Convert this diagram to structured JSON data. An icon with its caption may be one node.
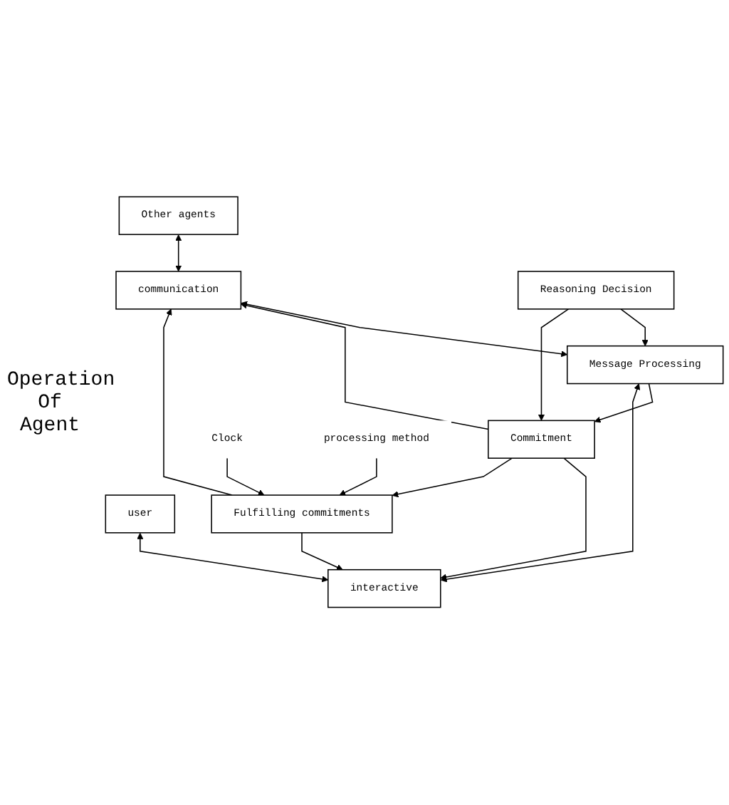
{
  "diagram": {
    "nodes": [
      {
        "text": [
          "Other agents"
        ]
      },
      {
        "text": [
          "user"
        ]
      },
      {
        "text": [
          "communication"
        ]
      },
      {
        "text": [
          "interactive"
        ]
      },
      {
        "text": [
          "Message Processing"
        ]
      },
      {
        "text": [
          "Reasoning Decision"
        ]
      },
      {
        "text": [
          "Commitment"
        ]
      },
      {
        "text": [
          "Fulfilling commitments"
        ]
      },
      {
        "text": [
          "Clock"
        ]
      },
      {
        "text": [
          "processing method"
        ]
      }
    ],
    "edges": [
      {
        "from": 0,
        "to": 2,
        "arrow": "both"
      },
      {
        "from": 1,
        "to": 3,
        "arrow": "both"
      },
      {
        "from": 2,
        "to": 4,
        "arrow": "both"
      },
      {
        "from": 3,
        "to": 4,
        "arrow": "both"
      },
      {
        "from": 5,
        "to": 4,
        "arrow": "to"
      },
      {
        "from": 4,
        "to": 6,
        "arrow": "to"
      },
      {
        "from": 5,
        "to": 6,
        "arrow": "to"
      },
      {
        "from": 6,
        "to": 2,
        "arrow": "to"
      },
      {
        "from": 6,
        "to": 3,
        "arrow": "to"
      },
      {
        "from": 6,
        "to": 7,
        "arrow": "to"
      },
      {
        "from": 8,
        "to": 7,
        "arrow": "to"
      },
      {
        "from": 9,
        "to": 7,
        "arrow": "to"
      },
      {
        "from": 7,
        "to": 2,
        "arrow": "to"
      },
      {
        "from": 7,
        "to": 3,
        "arrow": "to"
      }
    ],
    "labels": [
      "Operation Of Agent"
    ]
  }
}
